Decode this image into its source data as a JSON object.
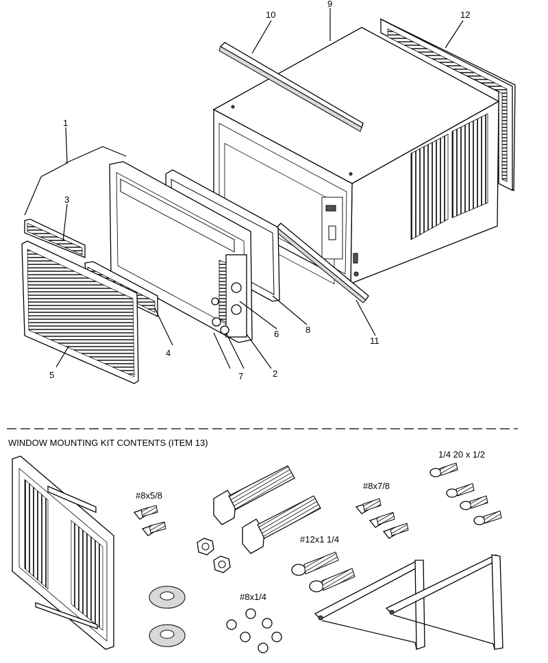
{
  "callouts": [
    {
      "id": "1",
      "text": "1"
    },
    {
      "id": "2",
      "text": "2"
    },
    {
      "id": "3",
      "text": "3"
    },
    {
      "id": "4",
      "text": "4"
    },
    {
      "id": "5",
      "text": "5"
    },
    {
      "id": "6",
      "text": "6"
    },
    {
      "id": "7",
      "text": "7"
    },
    {
      "id": "8",
      "text": "8"
    },
    {
      "id": "9",
      "text": "9"
    },
    {
      "id": "10",
      "text": "10"
    },
    {
      "id": "11",
      "text": "11"
    },
    {
      "id": "12",
      "text": "12"
    }
  ],
  "kit": {
    "heading": "WINDOW MOUNTING KIT CONTENTS (ITEM 13)",
    "labels": {
      "screw_8x5_8": "#8x5/8",
      "screw_8x7_8": "#8x7/8",
      "bolt_1_4_20x1_2": "1/4  20 x 1/2",
      "screw_12x1_1_4": "#12x1  1/4",
      "screw_8x1_4": "#8x1/4"
    }
  }
}
